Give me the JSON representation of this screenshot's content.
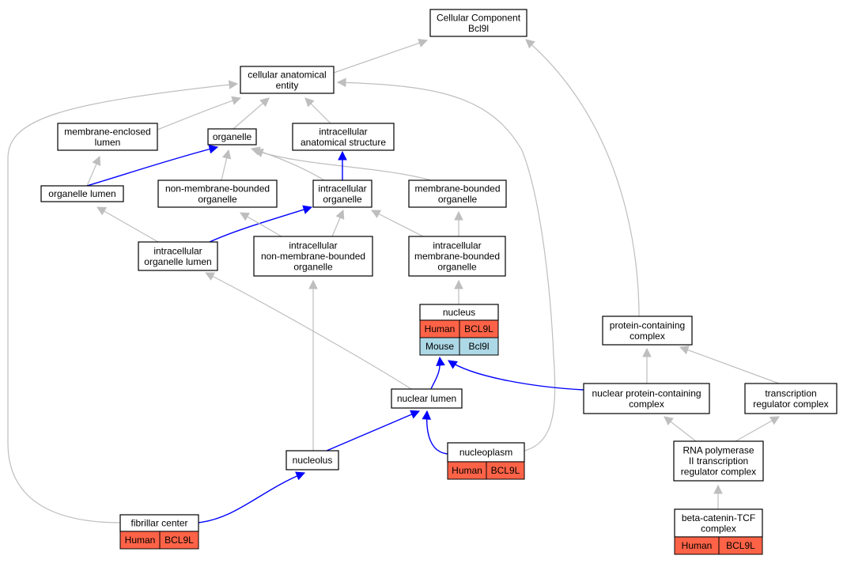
{
  "colors": {
    "gray_edge": "#bebebe",
    "blue_edge": "#0000ff",
    "human": "#ff6347",
    "mouse": "#add8e6"
  },
  "nodes": {
    "cc_root": {
      "lines": [
        "Cellular Component",
        "Bcl9l"
      ]
    },
    "cae": {
      "lines": [
        "cellular anatomical",
        "entity"
      ]
    },
    "mel": {
      "lines": [
        "membrane-enclosed",
        "lumen"
      ]
    },
    "organelle": {
      "lines": [
        "organelle"
      ]
    },
    "ias": {
      "lines": [
        "intracellular",
        "anatomical structure"
      ]
    },
    "organelle_lumen": {
      "lines": [
        "organelle lumen"
      ]
    },
    "nmbo": {
      "lines": [
        "non-membrane-bounded",
        "organelle"
      ]
    },
    "intra_org": {
      "lines": [
        "intracellular",
        "organelle"
      ]
    },
    "mbo": {
      "lines": [
        "membrane-bounded",
        "organelle"
      ]
    },
    "iol": {
      "lines": [
        "intracellular",
        "organelle lumen"
      ]
    },
    "inmbo": {
      "lines": [
        "intracellular",
        "non-membrane-bounded",
        "organelle"
      ]
    },
    "imbo": {
      "lines": [
        "intracellular",
        "membrane-bounded",
        "organelle"
      ]
    },
    "nucleus": {
      "lines": [
        "nucleus"
      ],
      "rows": [
        [
          "Human",
          "BCL9L"
        ],
        [
          "Mouse",
          "Bcl9l"
        ]
      ]
    },
    "pcc": {
      "lines": [
        "protein-containing",
        "complex"
      ]
    },
    "nuclear_lumen": {
      "lines": [
        "nuclear lumen"
      ]
    },
    "npcc": {
      "lines": [
        "nuclear protein-containing",
        "complex"
      ]
    },
    "trc": {
      "lines": [
        "transcription",
        "regulator complex"
      ]
    },
    "nucleolus": {
      "lines": [
        "nucleolus"
      ]
    },
    "nucleoplasm": {
      "lines": [
        "nucleoplasm"
      ],
      "rows": [
        [
          "Human",
          "BCL9L"
        ]
      ]
    },
    "rnap": {
      "lines": [
        "RNA polymerase",
        "II transcription",
        "regulator complex"
      ]
    },
    "fibrillar": {
      "lines": [
        "fibrillar center"
      ],
      "rows": [
        [
          "Human",
          "BCL9L"
        ]
      ]
    },
    "bcat": {
      "lines": [
        "beta-catenin-TCF",
        "complex"
      ],
      "rows": [
        [
          "Human",
          "BCL9L"
        ]
      ]
    }
  },
  "edges": [
    {
      "from": "cae",
      "to": "cc_root",
      "kind": "is_a"
    },
    {
      "from": "pcc",
      "to": "cc_root",
      "kind": "is_a"
    },
    {
      "from": "mel",
      "to": "cae",
      "kind": "is_a"
    },
    {
      "from": "organelle",
      "to": "cae",
      "kind": "is_a"
    },
    {
      "from": "ias",
      "to": "cae",
      "kind": "is_a"
    },
    {
      "from": "fibrillar",
      "to": "cae",
      "kind": "is_a"
    },
    {
      "from": "nucleoplasm",
      "to": "cae",
      "kind": "is_a"
    },
    {
      "from": "organelle_lumen",
      "to": "mel",
      "kind": "is_a"
    },
    {
      "from": "organelle_lumen",
      "to": "organelle",
      "kind": "part_of"
    },
    {
      "from": "nmbo",
      "to": "organelle",
      "kind": "is_a"
    },
    {
      "from": "intra_org",
      "to": "organelle",
      "kind": "is_a"
    },
    {
      "from": "mbo",
      "to": "organelle",
      "kind": "is_a"
    },
    {
      "from": "intra_org",
      "to": "ias",
      "kind": "part_of"
    },
    {
      "from": "iol",
      "to": "organelle_lumen",
      "kind": "is_a"
    },
    {
      "from": "iol",
      "to": "intra_org",
      "kind": "part_of"
    },
    {
      "from": "inmbo",
      "to": "nmbo",
      "kind": "is_a"
    },
    {
      "from": "inmbo",
      "to": "intra_org",
      "kind": "is_a"
    },
    {
      "from": "imbo",
      "to": "intra_org",
      "kind": "is_a"
    },
    {
      "from": "imbo",
      "to": "mbo",
      "kind": "is_a"
    },
    {
      "from": "nucleus",
      "to": "imbo",
      "kind": "is_a"
    },
    {
      "from": "nuclear_lumen",
      "to": "iol",
      "kind": "is_a"
    },
    {
      "from": "nuclear_lumen",
      "to": "nucleus",
      "kind": "part_of"
    },
    {
      "from": "nucleolus",
      "to": "inmbo",
      "kind": "is_a"
    },
    {
      "from": "nucleolus",
      "to": "nuclear_lumen",
      "kind": "part_of"
    },
    {
      "from": "nucleoplasm",
      "to": "nuclear_lumen",
      "kind": "part_of"
    },
    {
      "from": "npcc",
      "to": "nucleus",
      "kind": "part_of"
    },
    {
      "from": "npcc",
      "to": "pcc",
      "kind": "is_a"
    },
    {
      "from": "trc",
      "to": "pcc",
      "kind": "is_a"
    },
    {
      "from": "rnap",
      "to": "npcc",
      "kind": "is_a"
    },
    {
      "from": "rnap",
      "to": "trc",
      "kind": "is_a"
    },
    {
      "from": "fibrillar",
      "to": "nucleolus",
      "kind": "part_of"
    },
    {
      "from": "bcat",
      "to": "rnap",
      "kind": "is_a"
    }
  ]
}
